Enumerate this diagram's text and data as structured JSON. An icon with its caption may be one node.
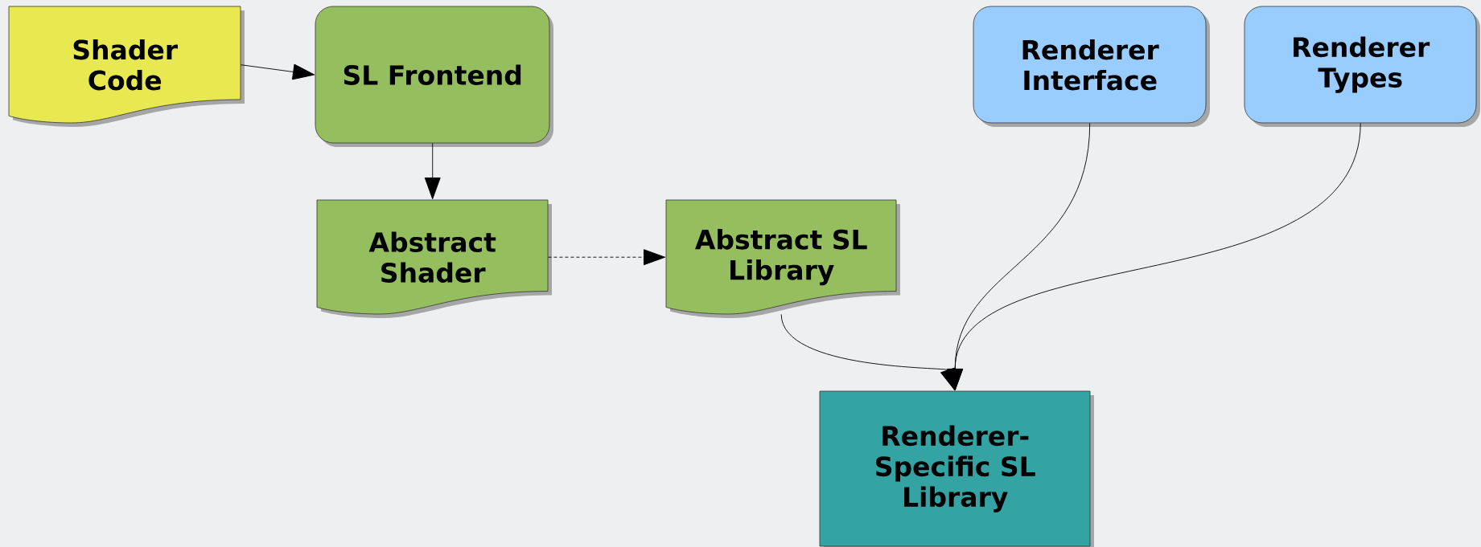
{
  "diagram": {
    "nodes": [
      {
        "text": [
          "Shader Code"
        ]
      },
      {
        "text": [
          "SL Frontend"
        ]
      },
      {
        "text": [
          "Abstract Shader"
        ]
      },
      {
        "text": [
          "Abstract SL Library"
        ]
      },
      {
        "text": [
          "Renderer Interface"
        ]
      },
      {
        "text": [
          "Renderer Types"
        ]
      },
      {
        "text": [
          "Renderer-Specific SL Library"
        ]
      }
    ],
    "edges": [
      {
        "from": 0,
        "to": 1,
        "arrow": "to"
      },
      {
        "from": 1,
        "to": 2,
        "arrow": "to"
      },
      {
        "from": 2,
        "to": 3,
        "arrow": "to",
        "style": "dashed"
      },
      {
        "from": 3,
        "to": 6,
        "arrow": "to"
      },
      {
        "from": 4,
        "to": 6,
        "arrow": "to"
      },
      {
        "from": 5,
        "to": 6,
        "arrow": "to"
      }
    ]
  }
}
